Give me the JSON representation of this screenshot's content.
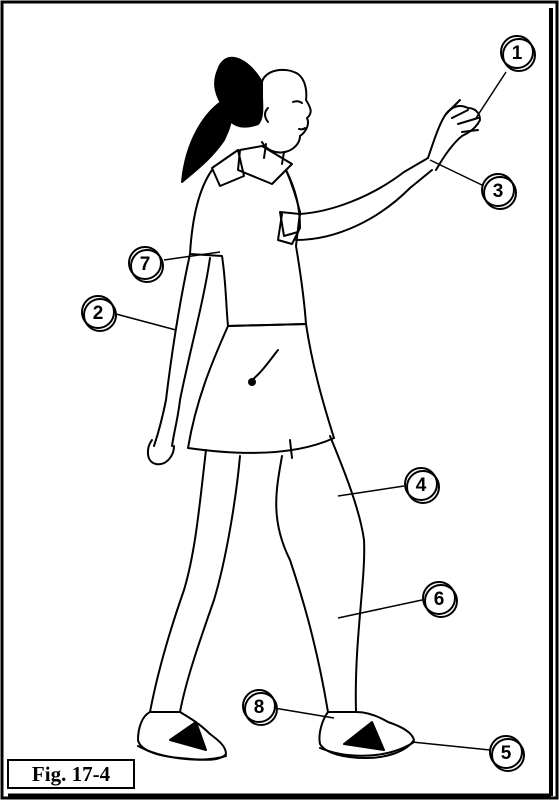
{
  "figure": {
    "caption": "Fig. 17-4"
  },
  "callouts": [
    {
      "id": "1",
      "label": "1"
    },
    {
      "id": "2",
      "label": "2"
    },
    {
      "id": "3",
      "label": "3"
    },
    {
      "id": "4",
      "label": "4"
    },
    {
      "id": "5",
      "label": "5"
    },
    {
      "id": "6",
      "label": "6"
    },
    {
      "id": "7",
      "label": "7"
    },
    {
      "id": "8",
      "label": "8"
    }
  ],
  "colors": {
    "ink": "#000000",
    "paper": "#ffffff"
  }
}
